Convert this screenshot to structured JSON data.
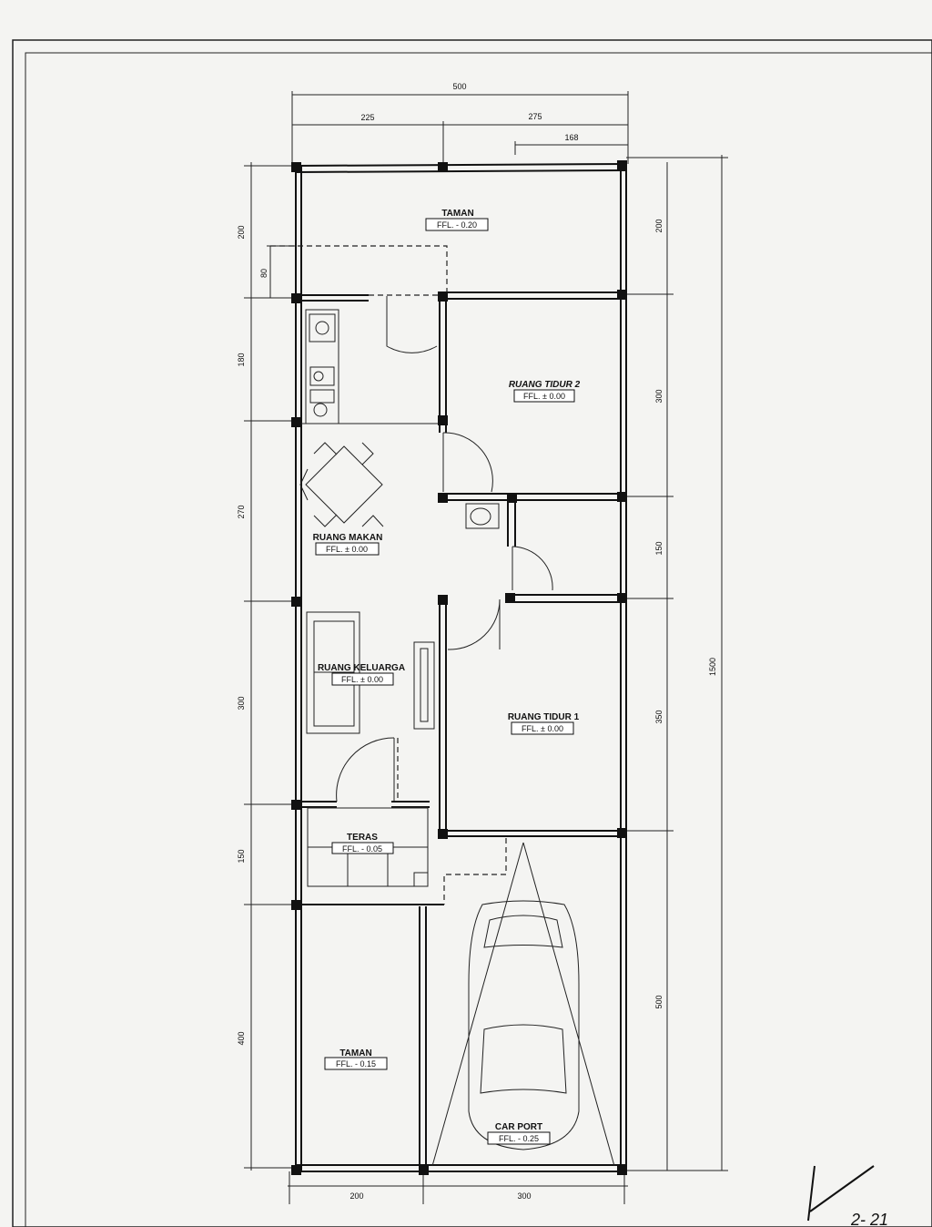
{
  "dimensions": {
    "total_width": "500",
    "top_left": "225",
    "top_right": "275",
    "top_sub": "168",
    "bottom_left": "200",
    "bottom_right": "300",
    "total_length": "1500",
    "left_chain": [
      "200",
      "80",
      "180",
      "270",
      "300",
      "150",
      "400"
    ],
    "right_chain": [
      "200",
      "300",
      "150",
      "350",
      "500"
    ]
  },
  "rooms": {
    "taman_back": {
      "name": "TAMAN",
      "ffl": "FFL. - 0.20"
    },
    "bedroom2": {
      "name": "RUANG TIDUR 2",
      "ffl": "FFL. ± 0.00"
    },
    "dining": {
      "name": "RUANG MAKAN",
      "ffl": "FFL. ± 0.00"
    },
    "family": {
      "name": "RUANG KELUARGA",
      "ffl": "FFL. ± 0.00"
    },
    "bedroom1": {
      "name": "RUANG TIDUR 1",
      "ffl": "FFL. ± 0.00"
    },
    "terrace": {
      "name": "TERAS",
      "ffl": "FFL. - 0.05"
    },
    "taman_front": {
      "name": "TAMAN",
      "ffl": "FFL. - 0.15"
    },
    "carport": {
      "name": "CAR PORT",
      "ffl": "FFL. - 0.25"
    }
  },
  "signature_text": "2- 21"
}
